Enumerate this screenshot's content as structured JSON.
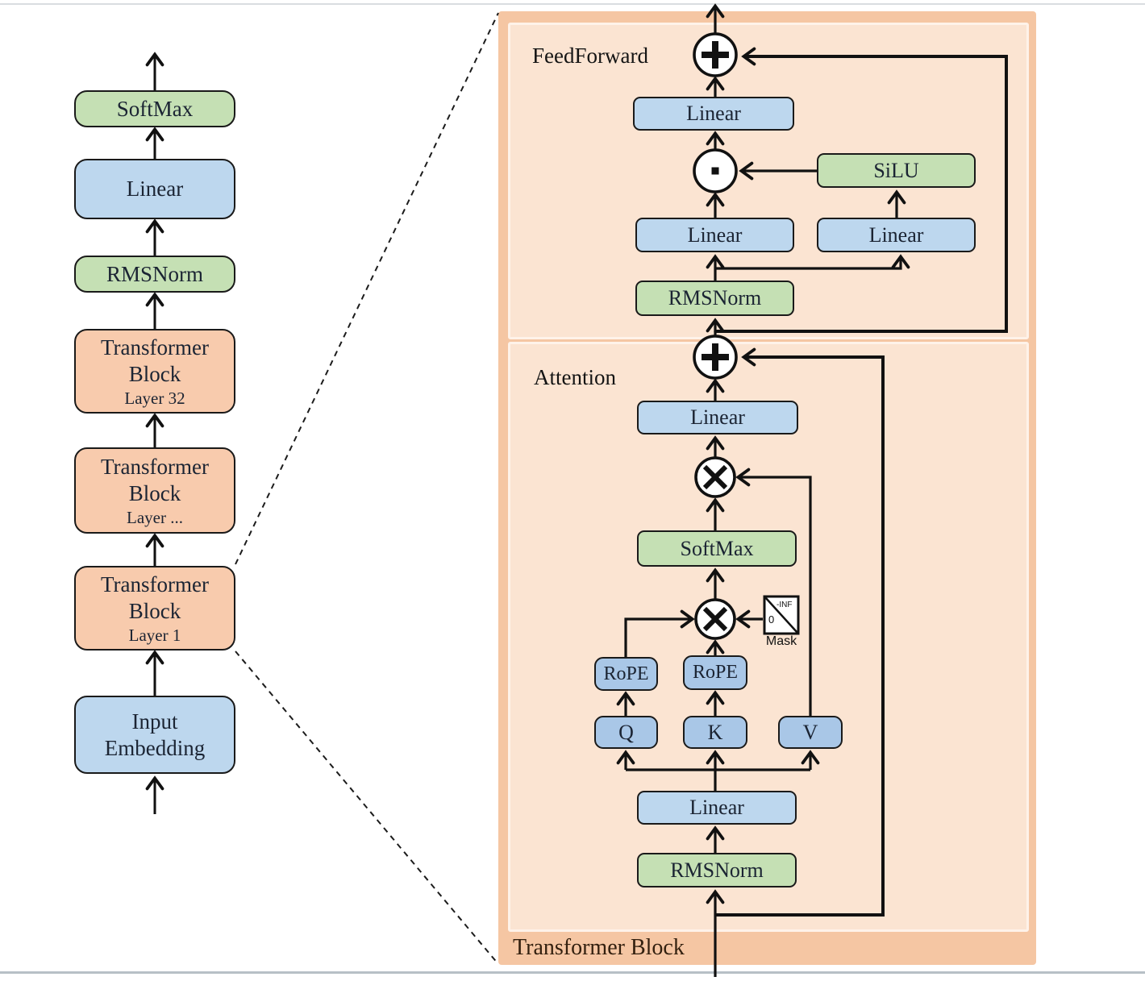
{
  "colors": {
    "green_block": "#c5e0b4",
    "blue_block": "#bdd7ee",
    "qkv_blue_block": "#a9c7e7",
    "orange_block": "#f8cbad",
    "panel_outer": "#f5c6a3",
    "panel_inner": "#fbe4d2",
    "line_color": "#111111"
  },
  "left_column": {
    "softmax_label": "SoftMax",
    "linear_label": "Linear",
    "rmsnorm_label": "RMSNorm",
    "transformer_blocks": [
      {
        "line1": "Transformer",
        "line2": "Block",
        "layer": "Layer 32"
      },
      {
        "line1": "Transformer",
        "line2": "Block",
        "layer": "Layer ..."
      },
      {
        "line1": "Transformer",
        "line2": "Block",
        "layer": "Layer 1"
      }
    ],
    "input_embedding": {
      "line1": "Input",
      "line2": "Embedding"
    }
  },
  "detail_panel": {
    "panel_label": "Transformer Block",
    "feedforward": {
      "section_label": "FeedForward",
      "out_linear_label": "Linear",
      "silu_label": "SiLU",
      "gate_linear_label": "Linear",
      "up_linear_label": "Linear",
      "rmsnorm_label": "RMSNorm"
    },
    "attention": {
      "section_label": "Attention",
      "out_linear_label": "Linear",
      "softmax_label": "SoftMax",
      "mask": {
        "neg_inf": "-INF",
        "zero": "0",
        "label": "Mask"
      },
      "rope_q_label": "RoPE",
      "rope_k_label": "RoPE",
      "q_label": "Q",
      "k_label": "K",
      "v_label": "V",
      "qkv_linear_label": "Linear",
      "rmsnorm_label": "RMSNorm"
    }
  }
}
